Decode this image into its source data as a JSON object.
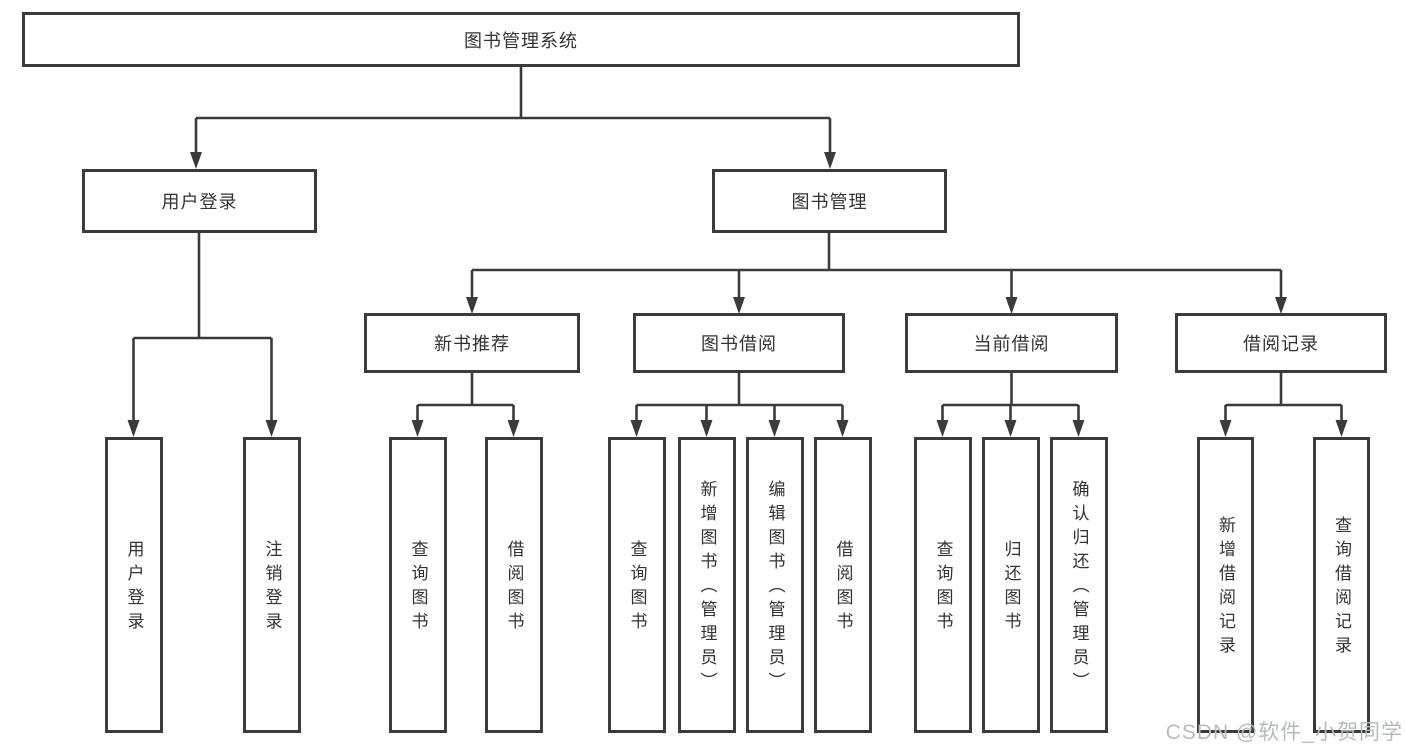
{
  "diagram": {
    "type": "tree",
    "root": "图书管理系统",
    "level2": [
      "用户登录",
      "图书管理"
    ],
    "level3": [
      "新书推荐",
      "图书借阅",
      "当前借阅",
      "借阅记录"
    ],
    "level4": [
      [
        "用户登录",
        "注销登录"
      ],
      [
        "查询图书",
        "借阅图书"
      ],
      [
        "查询图书",
        "新增图书（管理员）",
        "编辑图书（管理员）",
        "借阅图书"
      ],
      [
        "查询图书",
        "归还图书",
        "确认归还（管理员）"
      ],
      [
        "新增借阅记录",
        "查询借阅记录"
      ]
    ]
  },
  "watermark": "CSDN @软件_小贺同学",
  "colors": {
    "line": "#3b3b3b",
    "text": "#333333",
    "background": "#ffffff",
    "watermark": "#b6bac1"
  }
}
